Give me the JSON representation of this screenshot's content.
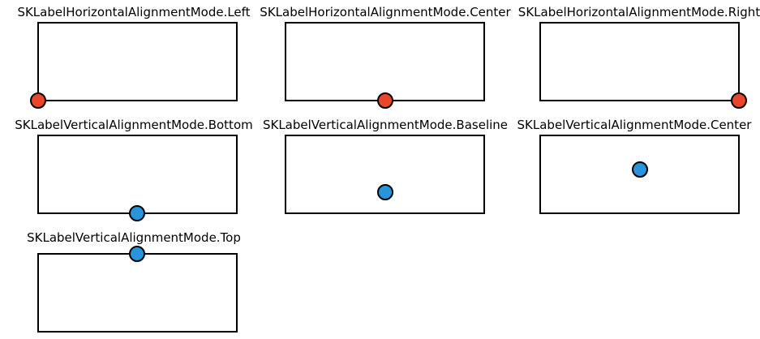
{
  "colors": {
    "background": "#ffffff",
    "frame_stroke": "#000000",
    "horizontal_anchor": "#e8472a",
    "vertical_anchor": "#2794dc"
  },
  "panels": [
    {
      "caption": "SKLabelHorizontalAlignmentMode.Left",
      "anchor_type": "horizontal",
      "anchor_color": "#e8472a"
    },
    {
      "caption": "SKLabelHorizontalAlignmentMode.Center",
      "anchor_type": "horizontal",
      "anchor_color": "#e8472a"
    },
    {
      "caption": "SKLabelHorizontalAlignmentMode.Right",
      "anchor_type": "horizontal",
      "anchor_color": "#e8472a"
    },
    {
      "caption": "SKLabelVerticalAlignmentMode.Bottom",
      "anchor_type": "vertical",
      "anchor_color": "#2794dc"
    },
    {
      "caption": "SKLabelVerticalAlignmentMode.Baseline",
      "anchor_type": "vertical",
      "anchor_color": "#2794dc"
    },
    {
      "caption": "SKLabelVerticalAlignmentMode.Center",
      "anchor_type": "vertical",
      "anchor_color": "#2794dc"
    },
    {
      "caption": "SKLabelVerticalAlignmentMode.Top",
      "anchor_type": "vertical",
      "anchor_color": "#2794dc"
    }
  ]
}
